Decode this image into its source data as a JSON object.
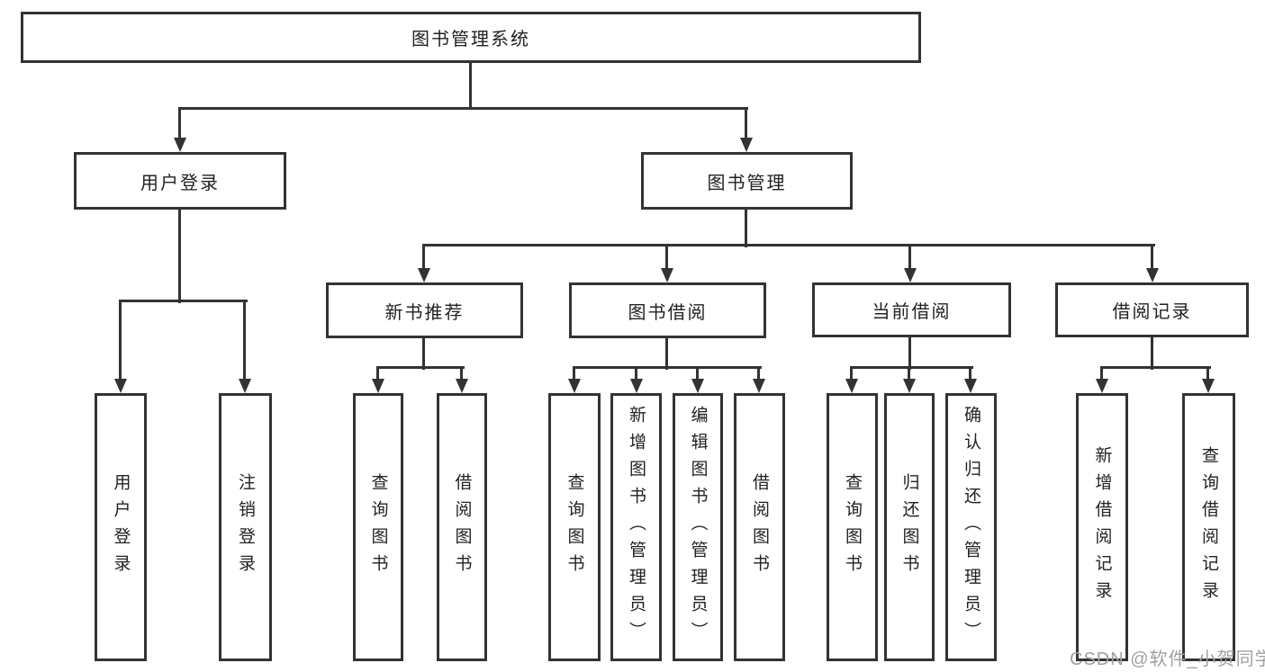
{
  "diagram_title": "图书管理系统",
  "nodes": {
    "root": {
      "label": "图书管理系统"
    },
    "level2": [
      {
        "label": "用户登录"
      },
      {
        "label": "图书管理"
      }
    ],
    "level3": [
      {
        "label": "新书推荐"
      },
      {
        "label": "图书借阅"
      },
      {
        "label": "当前借阅"
      },
      {
        "label": "借阅记录"
      }
    ],
    "leaves": [
      {
        "label": "用户登录"
      },
      {
        "label": "注销登录"
      },
      {
        "label": "查询图书"
      },
      {
        "label": "借阅图书"
      },
      {
        "label": "查询图书"
      },
      {
        "label": "新增图书（管理员）"
      },
      {
        "label": "编辑图书（管理员）"
      },
      {
        "label": "借阅图书"
      },
      {
        "label": "查询图书"
      },
      {
        "label": "归还图书"
      },
      {
        "label": "确认归还（管理员）"
      },
      {
        "label": "新增借阅记录"
      },
      {
        "label": "查询借阅记录"
      }
    ]
  },
  "watermark": {
    "text": "CSDN @软件_小贺同学"
  },
  "colors": {
    "line": "#333333",
    "text": "#222222",
    "watermark": "#a0a0a0",
    "background": "#ffffff"
  }
}
